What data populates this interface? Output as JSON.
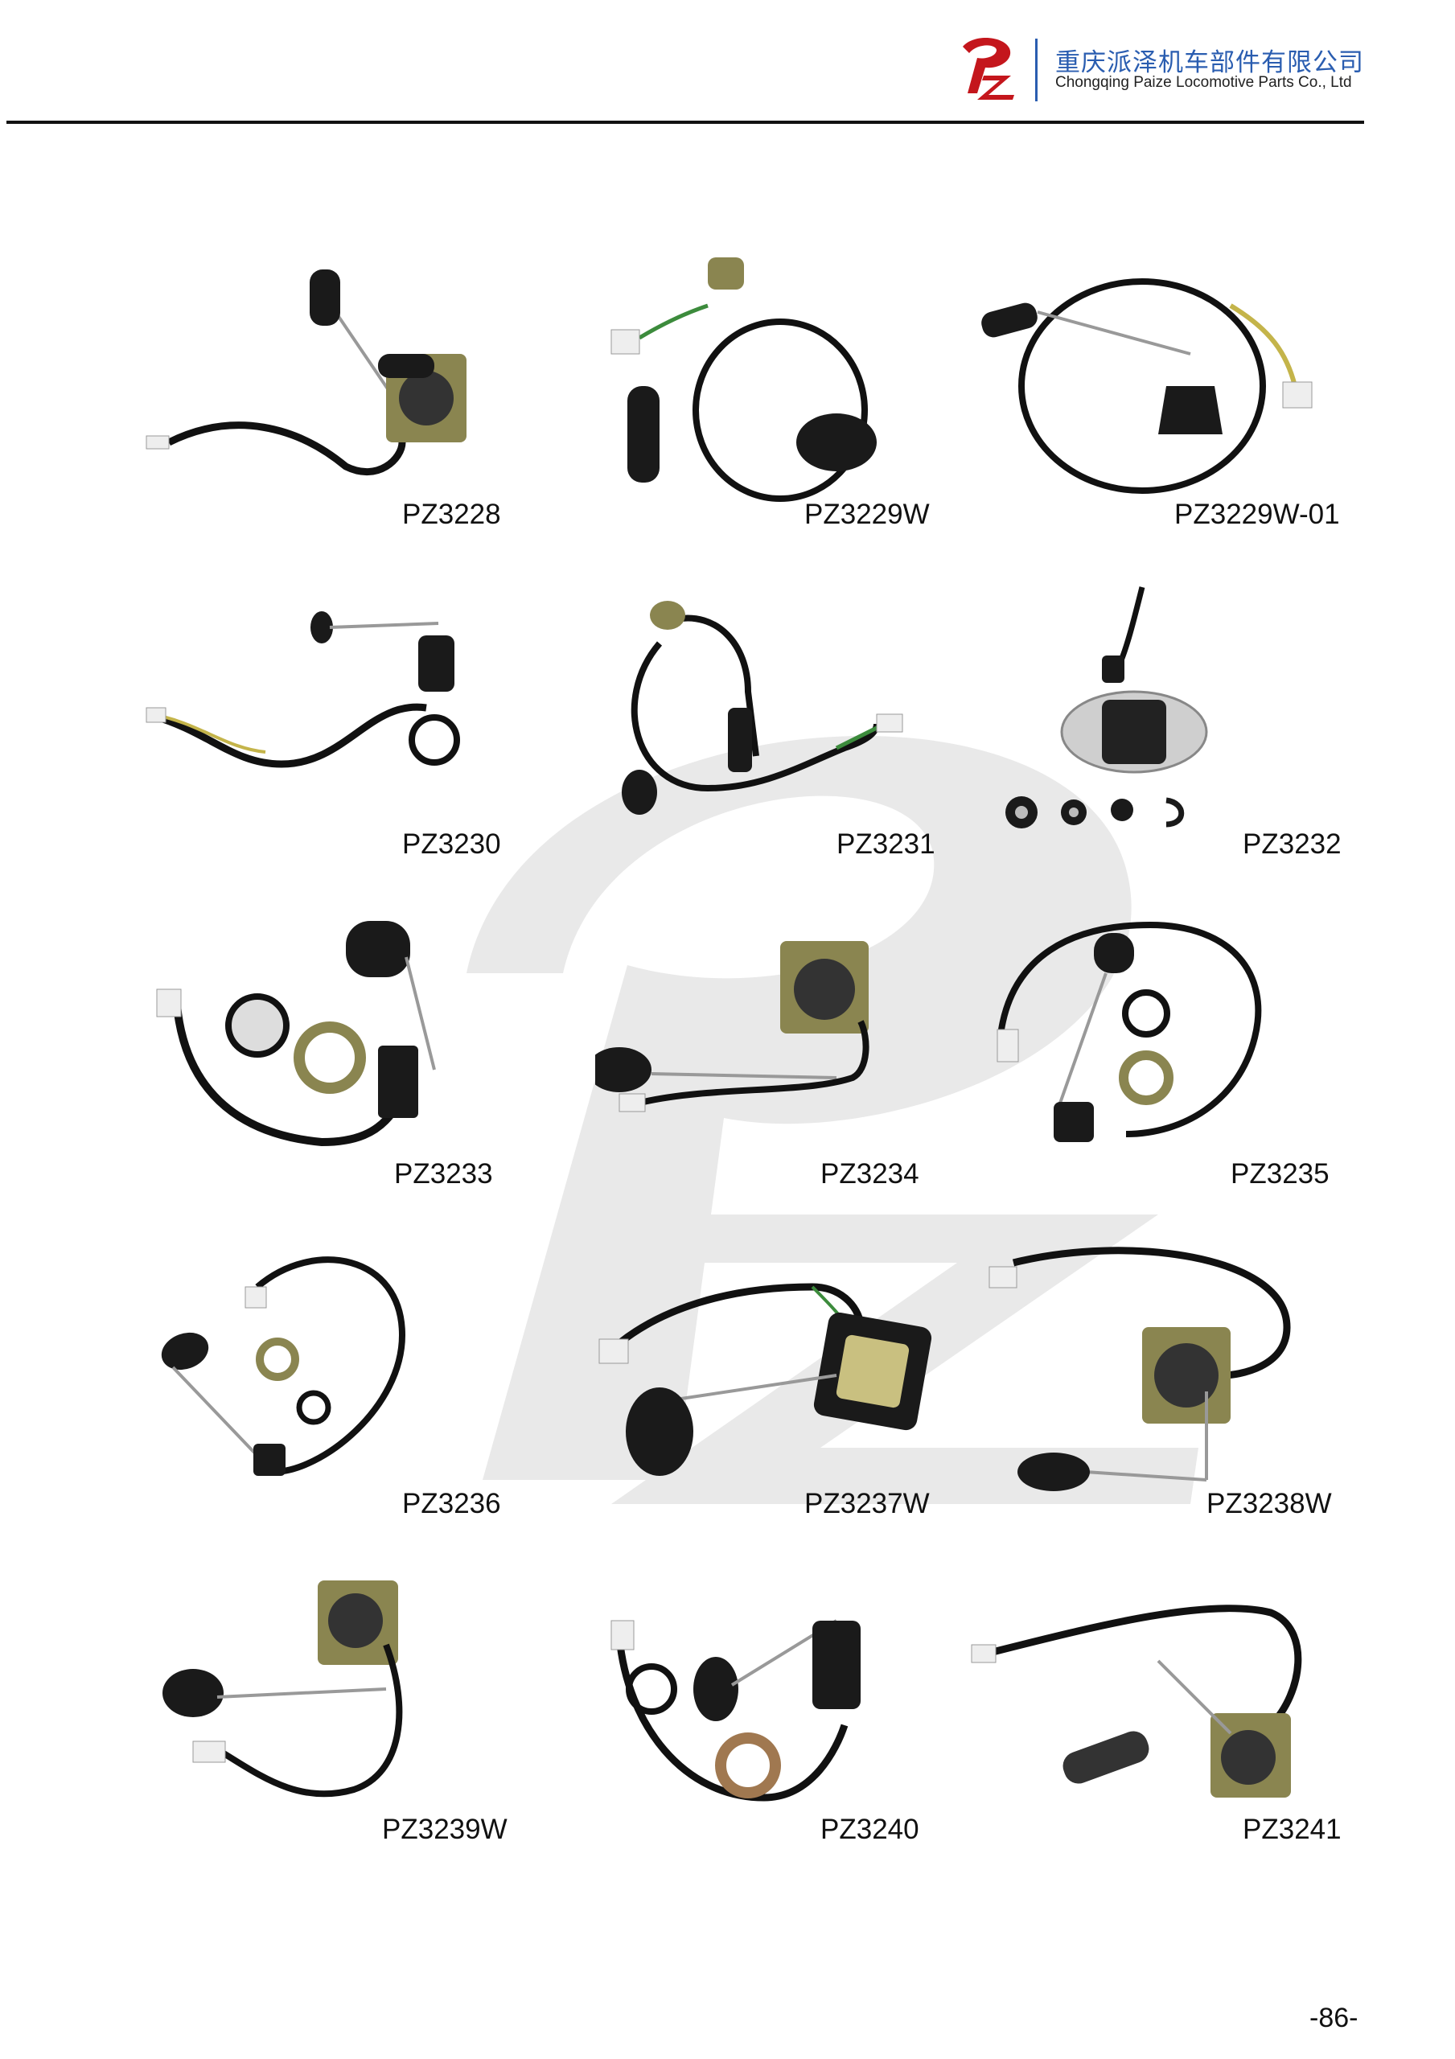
{
  "header": {
    "company_cn": "重庆派泽机车部件有限公司",
    "company_en": "Chongqing Paize Locomotive Parts Co., Ltd",
    "logo_icon": "pz-logo-icon",
    "brand_color": "#c4161c",
    "accent_color": "#2a5db0"
  },
  "products": [
    {
      "code": "PZ3228"
    },
    {
      "code": "PZ3229W"
    },
    {
      "code": "PZ3229W-01"
    },
    {
      "code": "PZ3230"
    },
    {
      "code": "PZ3231"
    },
    {
      "code": "PZ3232"
    },
    {
      "code": "PZ3233"
    },
    {
      "code": "PZ3234"
    },
    {
      "code": "PZ3235"
    },
    {
      "code": "PZ3236"
    },
    {
      "code": "PZ3237W"
    },
    {
      "code": "PZ3238W"
    },
    {
      "code": "PZ3239W"
    },
    {
      "code": "PZ3240"
    },
    {
      "code": "PZ3241"
    }
  ],
  "footer": {
    "page_number": "-86-"
  }
}
